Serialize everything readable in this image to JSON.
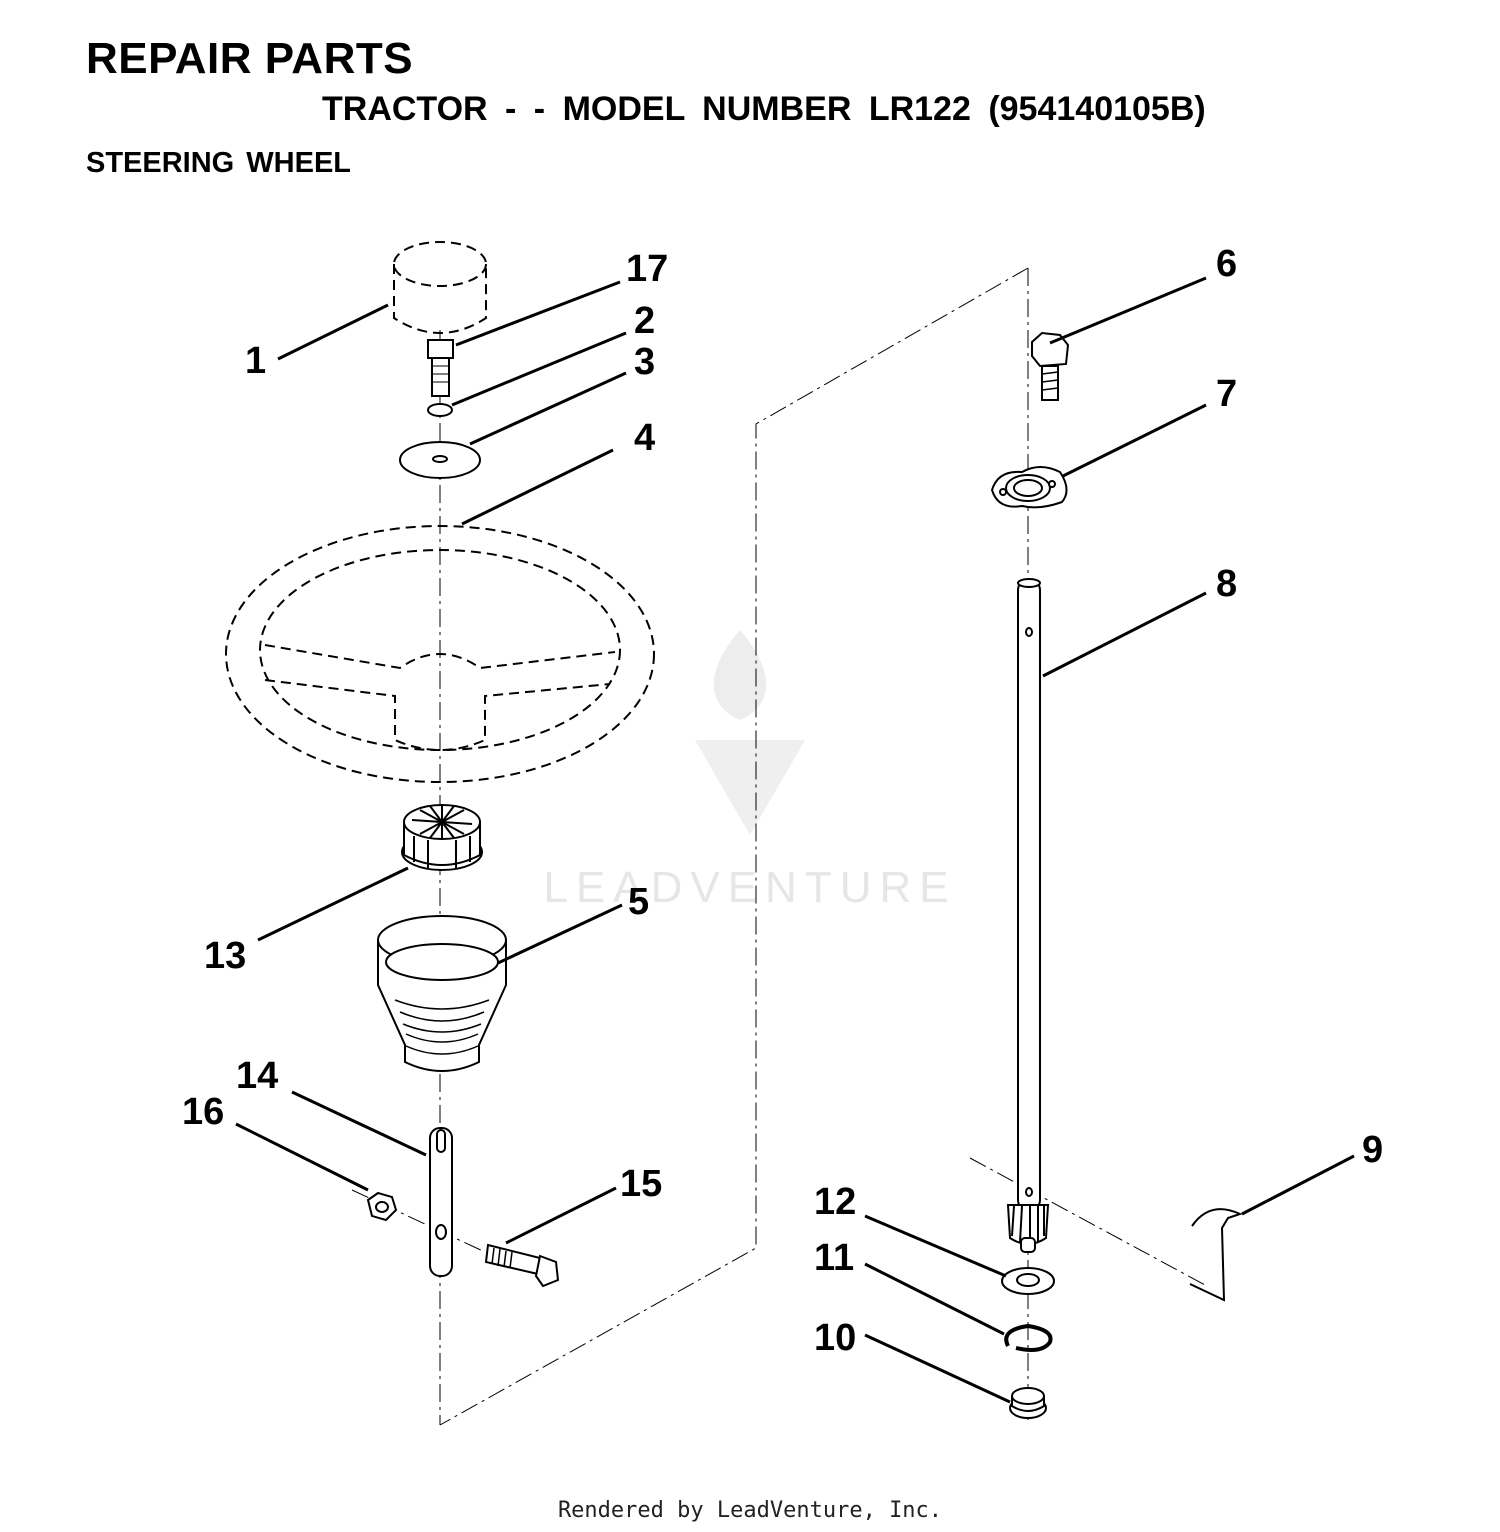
{
  "header": {
    "title": "REPAIR PARTS",
    "subtitle": "TRACTOR - - MODEL NUMBER LR122 (954140105B)",
    "section": "STEERING WHEEL"
  },
  "callouts": [
    "1",
    "2",
    "3",
    "4",
    "5",
    "6",
    "7",
    "8",
    "9",
    "10",
    "11",
    "12",
    "13",
    "14",
    "15",
    "16",
    "17"
  ],
  "watermark": "LEADVENTURE",
  "footer": "Rendered by LeadVenture, Inc."
}
